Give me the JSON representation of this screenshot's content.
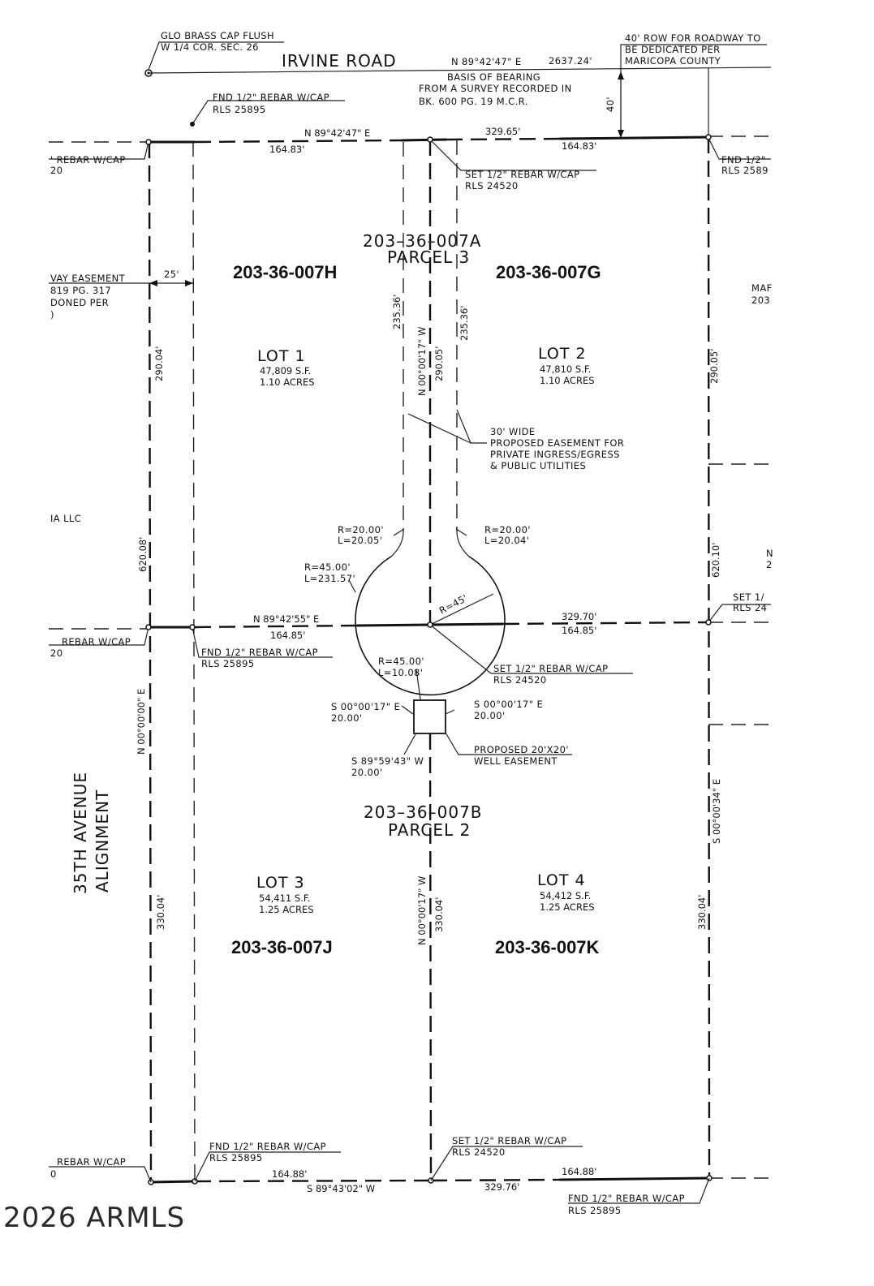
{
  "road": {
    "name": "IRVINE ROAD",
    "bearing": "N 89°42'47\" E",
    "length": "2637.24'"
  },
  "notes": {
    "glo_cap_1": "GLO BRASS CAP FLUSH",
    "glo_cap_2": "W 1/4 COR. SEC. 26",
    "row_1": "40' ROW FOR ROADWAY TO",
    "row_2": "BE DEDICATED PER",
    "row_3": "MARICOPA COUNTY",
    "basis_1": "BASIS OF BEARING",
    "basis_2": "FROM A SURVEY RECORDED IN",
    "basis_3": "BK. 600 PG. 19 M.C.R.",
    "row_width": "40'",
    "fnd_top_1": "FND 1/2\" REBAR W/CAP",
    "fnd_top_2": "RLS 25895",
    "set_top_1": "SET 1/2\" REBAR W/CAP",
    "set_top_2": "RLS 24520",
    "left_rebar_1": "' REBAR W/CAP",
    "left_rebar_2": "20",
    "right_fnd_1": "FND 1/2\"",
    "right_fnd_2": "RLS 2589",
    "easement_l1": "VAY EASEMENT",
    "easement_l2": "819 PG. 317",
    "easement_l3": "DONED PER",
    "easement_l4": ")",
    "easement_width": "25'",
    "mar_1": "MAF",
    "mar_2": "203",
    "ia_llc": "IA LLC",
    "wide_1": "30' WIDE",
    "wide_2": "PROPOSED EASEMENT FOR",
    "wide_3": "PRIVATE INGRESS/EGRESS",
    "wide_4": "& PUBLIC UTILITIES",
    "curve_l_r": "R=20.00'",
    "curve_l_l": "L=20.05'",
    "curve_r_r": "R=20.00'",
    "curve_r_l": "L=20.04'",
    "big_curve_r": "R=45.00'",
    "big_curve_l": "L=231.57'",
    "radius_label": "R=45'",
    "lower_curve_r": "R=45.00'",
    "lower_curve_l": "L=10.08'",
    "mid_left_1": "REBAR W/CAP",
    "mid_left_2": "20",
    "mid_fnd_1": "FND 1/2\" REBAR W/CAP",
    "mid_fnd_2": "RLS 25895",
    "mid_set_1": "SET 1/2\" REBAR W/CAP",
    "mid_set_2": "RLS 24520",
    "right_set_1": "SET 1/",
    "right_set_2": "RLS 24",
    "right_n": "N",
    "right_2": "2",
    "well_sw_1": "S 00°00'17\" E",
    "well_sw_2": "20.00'",
    "well_se_1": "S 00°00'17\" E",
    "well_se_2": "20.00'",
    "well_s_1": "S 89°59'43\" W",
    "well_s_2": "20.00'",
    "well_1": "PROPOSED 20'X20'",
    "well_2": "WELL EASEMENT",
    "align_1": "35TH AVENUE",
    "align_2": "ALIGNMENT",
    "bot_left_1": "REBAR W/CAP",
    "bot_left_2": "0",
    "bot_fnd_1": "FND 1/2\" REBAR W/CAP",
    "bot_fnd_2": "RLS 25895",
    "bot_set_1": "SET 1/2\" REBAR W/CAP",
    "bot_set_2": "RLS 24520",
    "bot_fnd_r_1": "FND 1/2\" REBAR W/CAP",
    "bot_fnd_r_2": "RLS 25895"
  },
  "dims": {
    "top_bearing": "N 89°42'47\" E",
    "top_total": "329.65'",
    "top_left": "164.83'",
    "top_right": "164.83'",
    "left_upper": "290.04'",
    "left_total": "620.08'",
    "left_lower": "330.04'",
    "left_bearing": "N 00°00'00\" E",
    "center_235_l": "235.36'",
    "center_235_r": "235.36'",
    "center_upper_bearing": "N 00°00'17\" W",
    "center_upper": "290.05'",
    "right_upper": "290.05'",
    "right_total": "620.10'",
    "right_lower": "330.04'",
    "right_bearing": "S 00°00'34\" E",
    "mid_bearing": "N 89°42'55\" E",
    "mid_left": "164.85'",
    "mid_total": "329.70'",
    "mid_right": "164.85'",
    "center_lower_bearing": "N 00°00'17\" W",
    "center_lower": "330.04'",
    "bot_left": "164.88'",
    "bot_bearing": "S 89°43'02\" W",
    "bot_total": "329.76'",
    "bot_right": "164.88'"
  },
  "parcels": {
    "p3_apn": "203–36–007A",
    "p3_name": "PARCEL 3",
    "p2_apn": "203–36–007B",
    "p2_name": "PARCEL 2",
    "apn_h": "203-36-007H",
    "apn_g": "203-36-007G",
    "apn_j": "203-36-007J",
    "apn_k": "203-36-007K"
  },
  "lots": {
    "lot1": {
      "name": "LOT 1",
      "sf": "47,809 S.F.",
      "acres": "1.10 ACRES"
    },
    "lot2": {
      "name": "LOT 2",
      "sf": "47,810 S.F.",
      "acres": "1.10 ACRES"
    },
    "lot3": {
      "name": "LOT 3",
      "sf": "54,411 S.F.",
      "acres": "1.25 ACRES"
    },
    "lot4": {
      "name": "LOT 4",
      "sf": "54,412 S.F.",
      "acres": "1.25 ACRES"
    }
  },
  "watermark": "2026 ARMLS"
}
